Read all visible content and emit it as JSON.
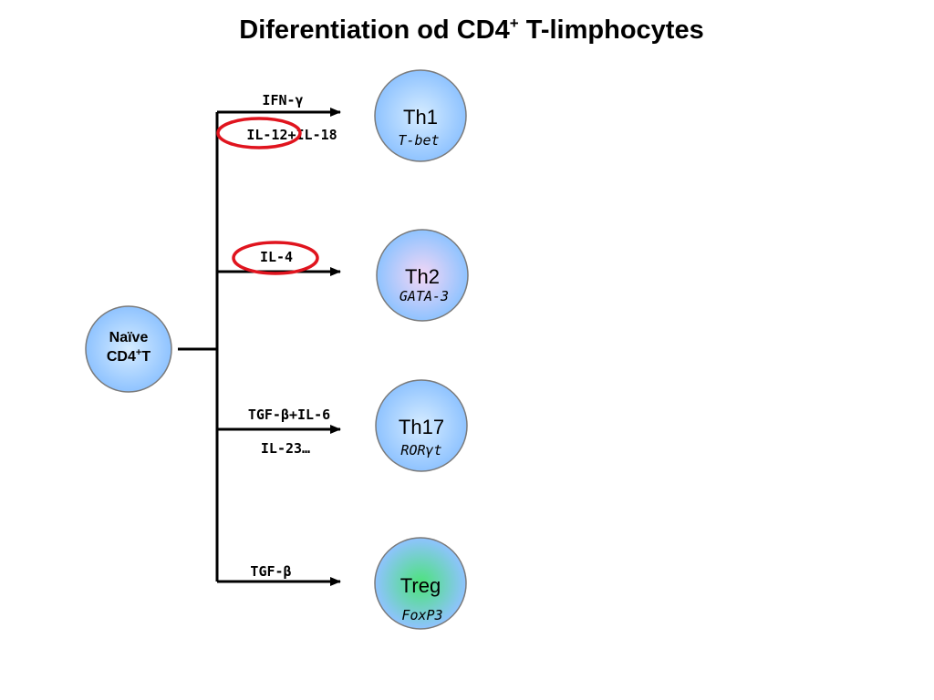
{
  "title": {
    "main": "Diferentiation od CD4",
    "sup": "+",
    "rest": " T-limphocytes"
  },
  "naive": {
    "line1": "Naïve",
    "line2_base": "CD4",
    "line2_sup": "+",
    "line2_rest": "T"
  },
  "branches": [
    {
      "id": "th1",
      "cytokines": [
        "IFN-γ",
        "IL-12+IL-18"
      ],
      "cell": "Th1",
      "factor": "T-bet"
    },
    {
      "id": "th2",
      "cytokines": [
        "IL-4"
      ],
      "cell": "Th2",
      "factor": "GATA-3"
    },
    {
      "id": "th17",
      "cytokines": [
        "TGF-β+IL-6",
        "IL-23…"
      ],
      "cell": "Th17",
      "factor": "RORγt"
    },
    {
      "id": "treg",
      "cytokines": [
        "TGF-β"
      ],
      "cell": "Treg",
      "factor": "FoxP3"
    }
  ],
  "highlights": [
    {
      "branch": "th1",
      "cytokine_index": 1,
      "target": "IL-12"
    },
    {
      "branch": "th2",
      "cytokine_index": 0,
      "target": "IL-4"
    }
  ],
  "colors": {
    "line": "#000000",
    "highlight": "#e0141e",
    "cell_edge": "#7a7a7a",
    "th_fill_outer": "#8fc3ff",
    "th_fill_inner": "#d6ecff",
    "th2_fill_inner": "#f3d6f5",
    "treg_fill_inner": "#4ce37a",
    "treg_fill_outer": "#8fc3ff"
  }
}
